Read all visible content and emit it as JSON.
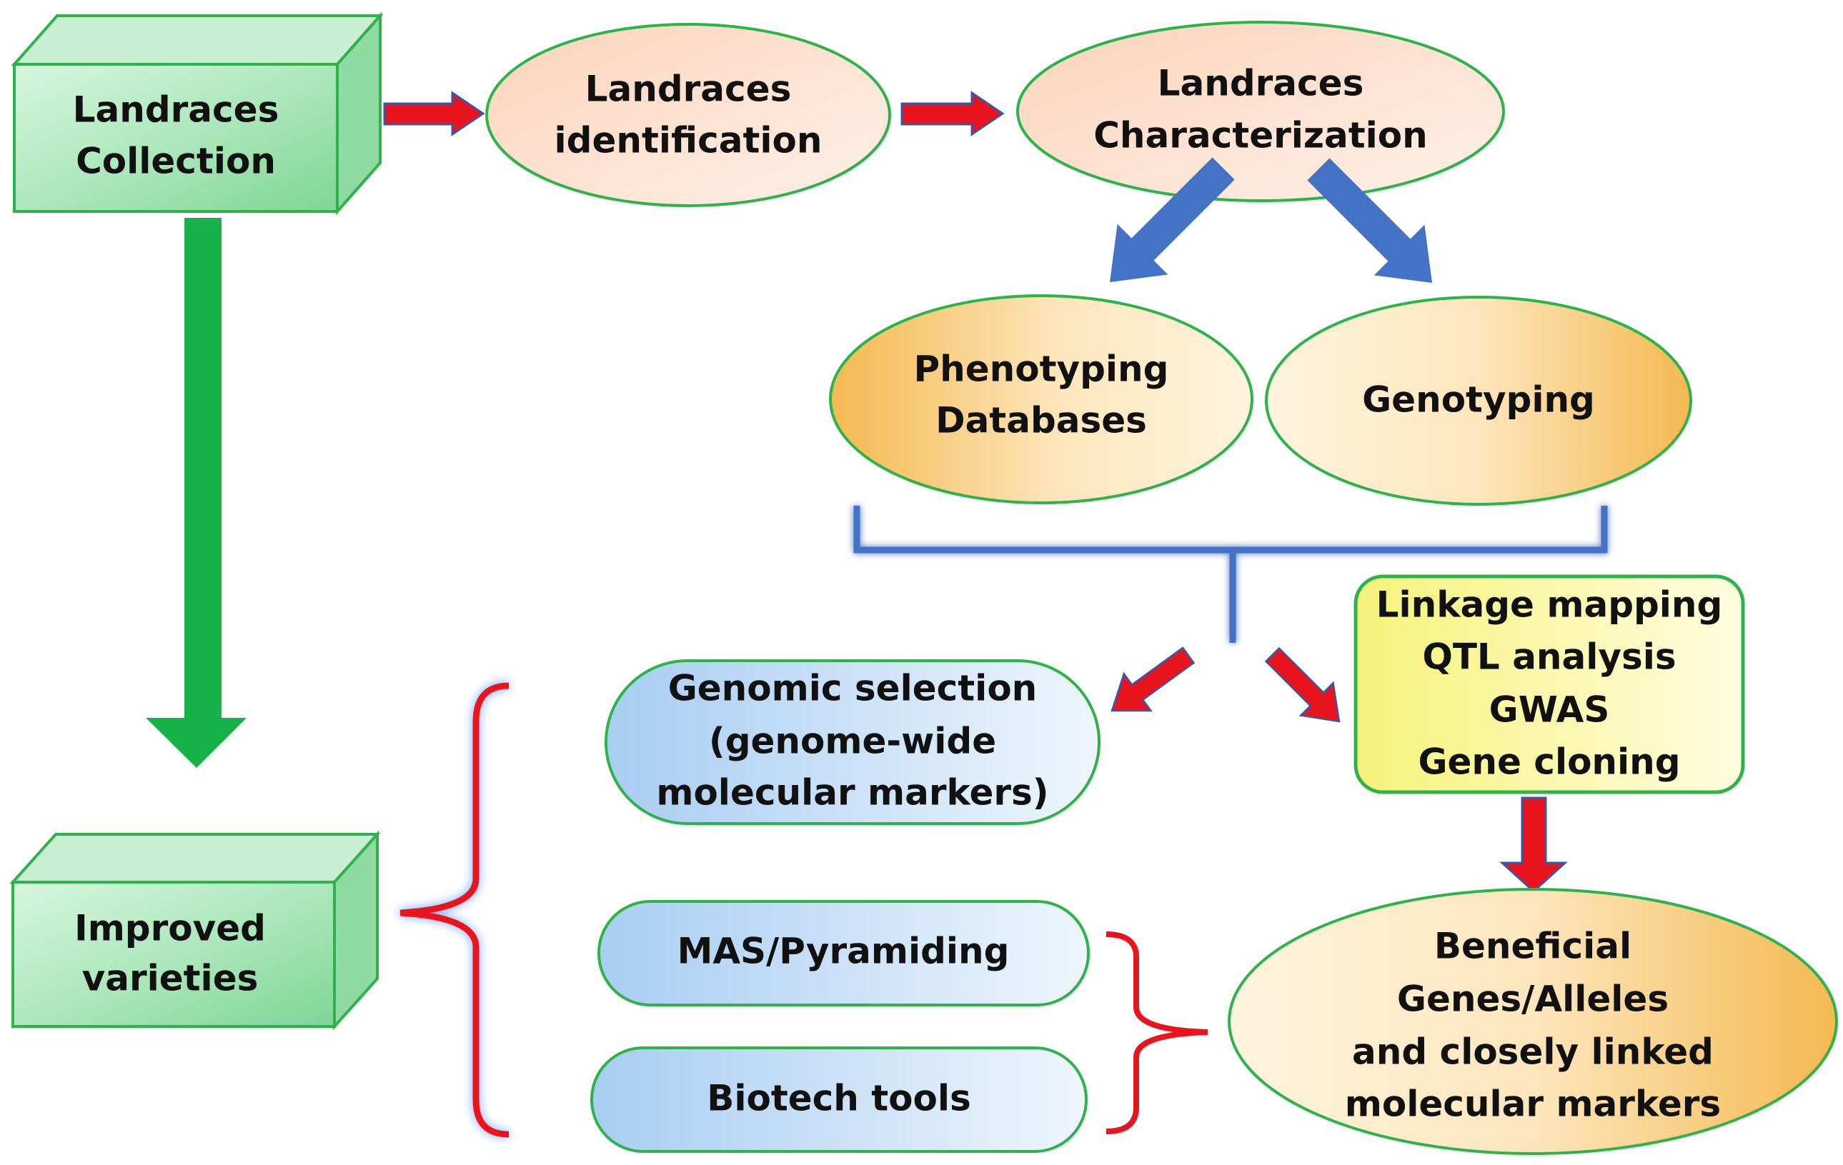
{
  "nodes": {
    "landraces_collection": [
      "Landraces",
      "Collection"
    ],
    "landraces_identification": [
      "Landraces",
      "identification"
    ],
    "landraces_characterization": [
      "Landraces",
      "Characterization"
    ],
    "phenotyping": [
      "Phenotyping",
      "Databases"
    ],
    "genotyping": [
      "Genotyping"
    ],
    "mapping_methods": [
      "Linkage mapping",
      "QTL analysis",
      "GWAS",
      "Gene cloning"
    ],
    "genomic_selection": [
      "Genomic selection",
      "(genome-wide",
      "molecular markers)"
    ],
    "mas_pyramiding": [
      "MAS/Pyramiding"
    ],
    "biotech_tools": [
      "Biotech tools"
    ],
    "beneficial_genes": [
      "Beneficial",
      "Genes/Alleles",
      "and closely linked",
      "molecular markers"
    ],
    "improved_varieties": [
      "Improved",
      "varieties"
    ]
  },
  "colors": {
    "box_green": "#9FE3B0",
    "box_green_border": "#2DB34A",
    "ellipse_peach": "#F9CBAE",
    "ellipse_orange": "#F6C567",
    "pill_blue": "#BFDDF7",
    "yellow_box": "#F8F59A",
    "arrow_red": "#E8141E",
    "arrow_blue": "#4472C4",
    "arrow_green": "#16B34A",
    "bracket_blue": "#4472C4",
    "bracket_red": "#E8141E"
  }
}
